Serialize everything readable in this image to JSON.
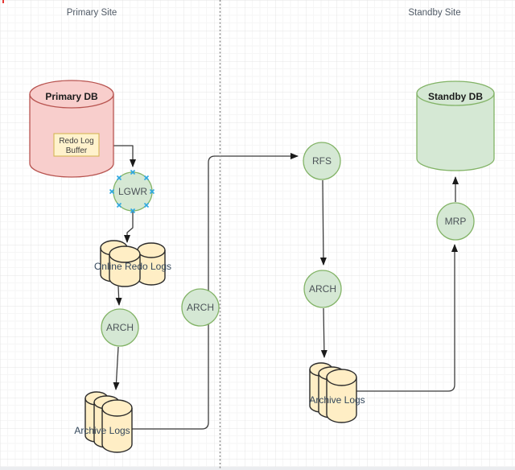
{
  "canvas": {
    "sites": {
      "primary": "Primary Site",
      "standby": "Standby Site"
    },
    "nodes": {
      "primary_db": "Primary DB",
      "redo_log_buffer_line1": "Redo Log",
      "redo_log_buffer_line2": "Buffer",
      "lgwr": "LGWR",
      "online_redo_logs": "Online Redo Logs",
      "arch_primary": "ARCH",
      "archive_logs_primary": "Archive Logs",
      "arch_transport": "ARCH",
      "rfs": "RFS",
      "arch_standby": "ARCH",
      "archive_logs_standby": "Archive Logs",
      "mrp": "MRP",
      "standby_db": "Standby DB"
    },
    "colors": {
      "primary_db_fill": "#f8cecc",
      "primary_db_stroke": "#b85450",
      "process_fill": "#d5e8d4",
      "process_stroke": "#82b366",
      "buffer_fill": "#fff2cc",
      "buffer_stroke": "#d6b656",
      "logs_fill": "#ffeec5",
      "logs_stroke": "#2b2b2b",
      "edge_stroke": "#3c3c3c",
      "selection_handle": "#2ea8e0",
      "grid_minor": "#f6f6f6",
      "grid_major": "#e4e4e4"
    }
  }
}
